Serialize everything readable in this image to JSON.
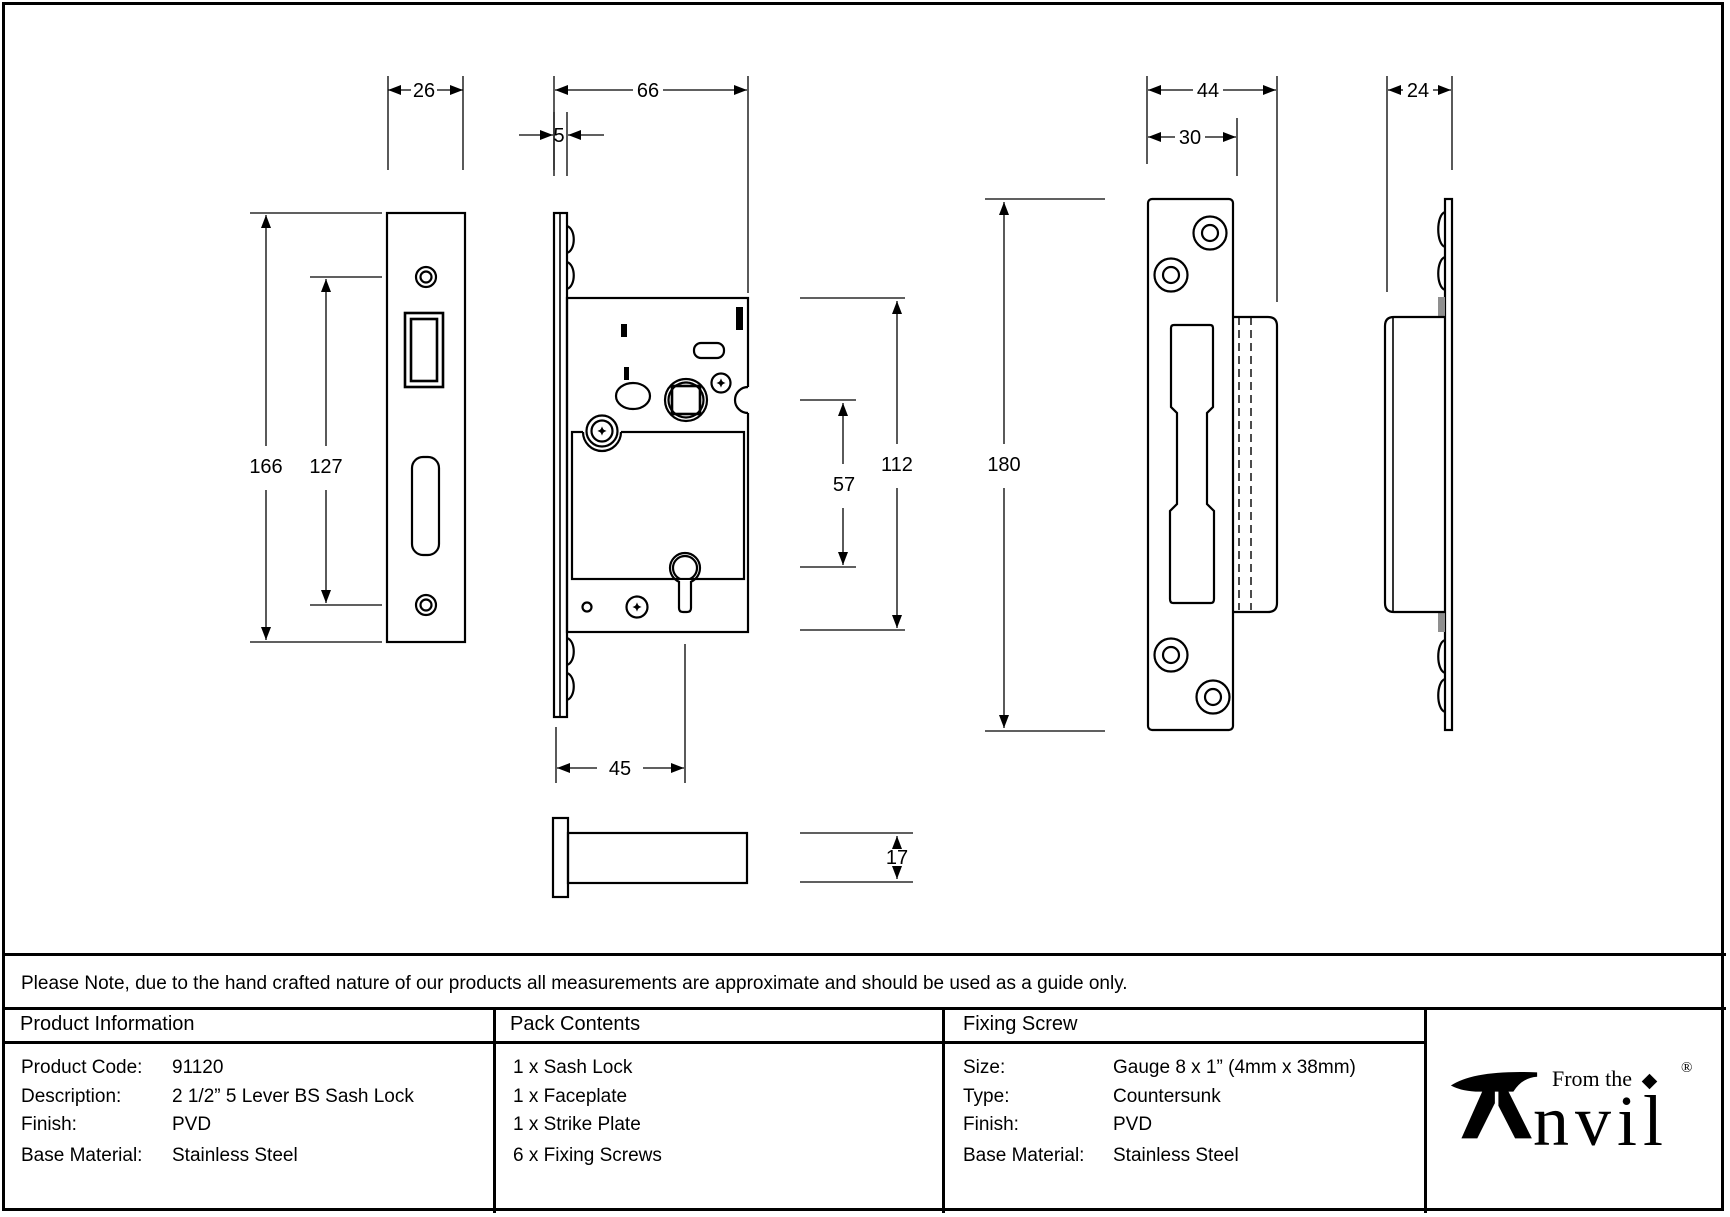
{
  "note": "Please Note, due to the hand crafted nature of our products all measurements are approximate and should be used as a guide only.",
  "drawing": {
    "dims": {
      "faceplate_width": "26",
      "faceplate_height": "166",
      "screw_spacing": "127",
      "case_depth": "66",
      "faceplate_thickness": "5",
      "case_height": "112",
      "spindle_to_key": "57",
      "backset": "45",
      "case_thickness": "17",
      "strike_width": "44",
      "strike_face_width": "30",
      "strike_height": "180",
      "strike_depth": "24"
    }
  },
  "table": {
    "product_information": {
      "header": "Product Information",
      "rows": [
        [
          "Product Code:",
          "91120"
        ],
        [
          "Description:",
          "2 1/2” 5 Lever BS Sash Lock"
        ],
        [
          "Finish:",
          "PVD"
        ],
        [
          "Base Material:",
          "Stainless Steel"
        ]
      ]
    },
    "pack_contents": {
      "header": "Pack Contents",
      "items": [
        "1 x Sash Lock",
        "1 x Faceplate",
        "1 x Strike Plate",
        "6 x Fixing Screws"
      ]
    },
    "fixing_screw": {
      "header": "Fixing Screw",
      "rows": [
        [
          "Size:",
          "Gauge 8 x 1” (4mm x 38mm)"
        ],
        [
          "Type:",
          "Countersunk"
        ],
        [
          "Finish:",
          "PVD"
        ],
        [
          "Base Material:",
          "Stainless Steel"
        ]
      ]
    }
  },
  "logo": {
    "from_the": "From the",
    "name_rest": "nvil",
    "registered": "®"
  }
}
